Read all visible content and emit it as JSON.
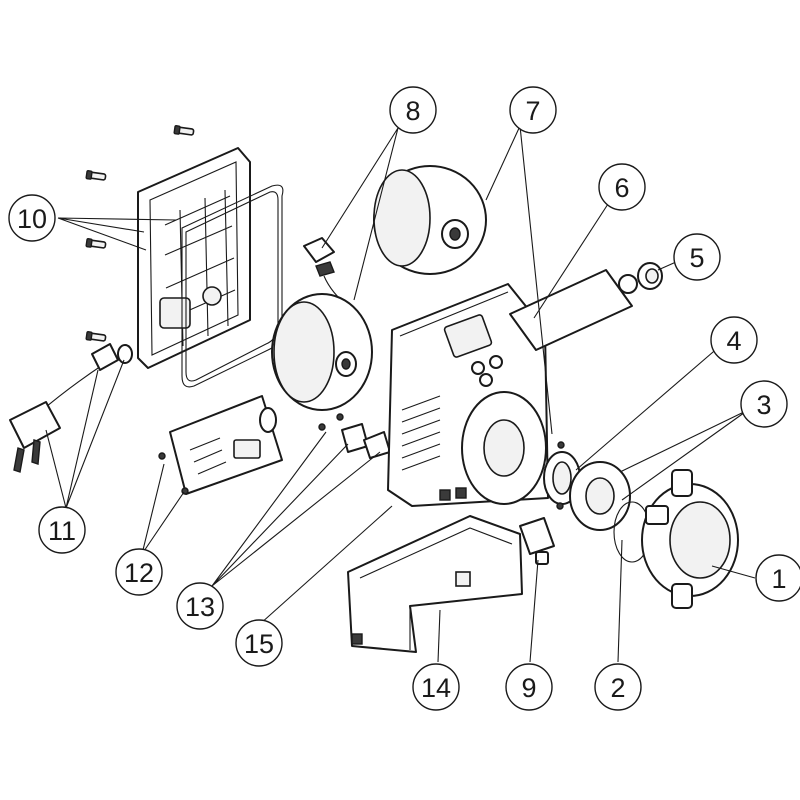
{
  "diagram": {
    "callouts": [
      {
        "id": "c1",
        "label": "1"
      },
      {
        "id": "c2",
        "label": "2"
      },
      {
        "id": "c3",
        "label": "3"
      },
      {
        "id": "c4",
        "label": "4"
      },
      {
        "id": "c5",
        "label": "5"
      },
      {
        "id": "c6",
        "label": "6"
      },
      {
        "id": "c7",
        "label": "7"
      },
      {
        "id": "c8",
        "label": "8"
      },
      {
        "id": "c9",
        "label": "9"
      },
      {
        "id": "c10",
        "label": "10"
      },
      {
        "id": "c11",
        "label": "11"
      },
      {
        "id": "c12",
        "label": "12"
      },
      {
        "id": "c13",
        "label": "13"
      },
      {
        "id": "c14",
        "label": "14"
      },
      {
        "id": "c15",
        "label": "15"
      }
    ]
  }
}
